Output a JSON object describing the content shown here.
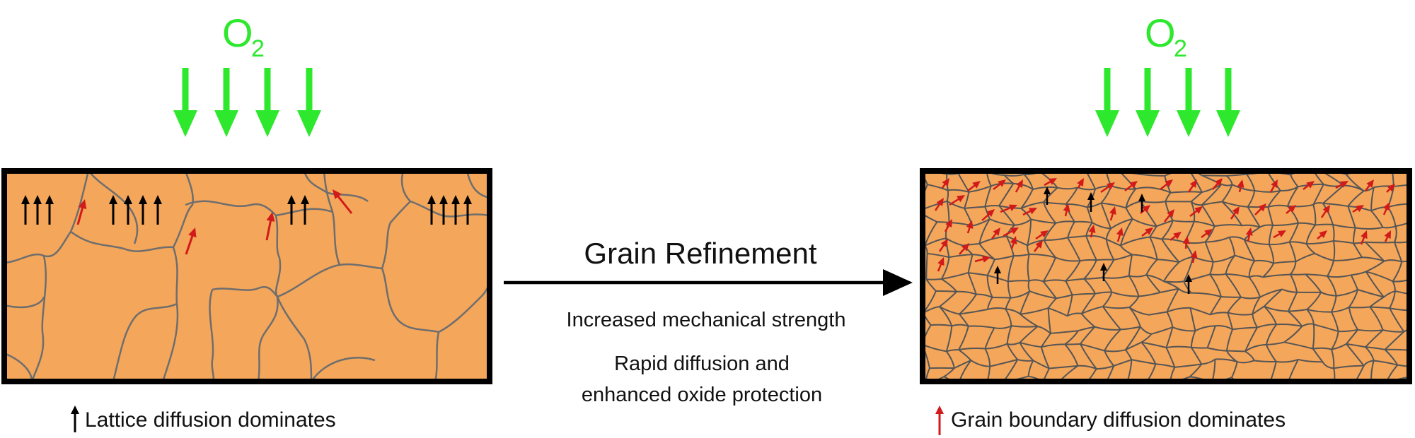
{
  "colors": {
    "oxygen": "#2ee82e",
    "grain_fill": "#f4a65a",
    "grain_boundary": "#6e6e6e",
    "panel_border": "#000000",
    "gb_arrow": "#d11a1a",
    "lattice_arrow": "#000000"
  },
  "left_panel": {
    "oxygen_main": "O",
    "oxygen_sub": "2",
    "legend_text": "Lattice diffusion dominates"
  },
  "right_panel": {
    "oxygen_main": "O",
    "oxygen_sub": "2",
    "legend_text": "Grain boundary diffusion dominates"
  },
  "process": {
    "title": "Grain Refinement",
    "effect_1": "Increased mechanical strength",
    "effect_2_line1": "Rapid diffusion and",
    "effect_2_line2": "enhanced oxide protection"
  }
}
